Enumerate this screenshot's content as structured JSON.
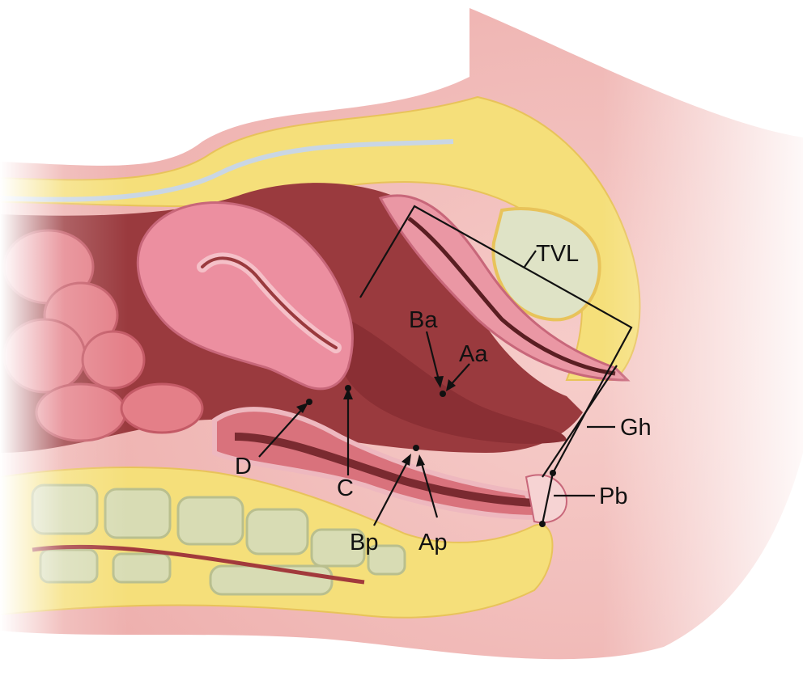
{
  "labels": {
    "tvl": "TVL",
    "ba": "Ba",
    "aa": "Aa",
    "gh": "Gh",
    "pb": "Pb",
    "d": "D",
    "c": "C",
    "bp": "Bp",
    "ap": "Ap"
  },
  "colors": {
    "skin": "#f3c3c1",
    "fat": "#f5df7a",
    "cavity": "#9a3a3e",
    "uterus": "#ec8fa0",
    "bone": "#d8dcb4",
    "annotation": "#111111"
  }
}
